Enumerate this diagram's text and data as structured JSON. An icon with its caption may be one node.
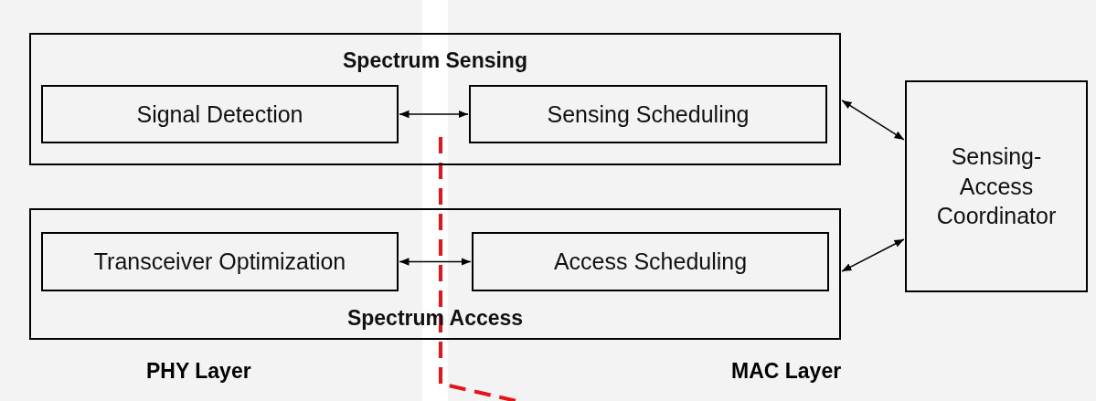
{
  "diagram": {
    "nodes": [
      {
        "text": [
          "Spectrum Sensing"
        ]
      },
      {
        "text": [
          "Signal Detection"
        ],
        "in": 0
      },
      {
        "text": [
          "Sensing Scheduling"
        ],
        "in": 0
      },
      {
        "text": [
          "Spectrum Access"
        ]
      },
      {
        "text": [
          "Transceiver Optimization"
        ],
        "in": 3
      },
      {
        "text": [
          "Access Scheduling"
        ],
        "in": 3
      },
      {
        "text": [
          "Sensing-Access Coordinator"
        ]
      }
    ],
    "edges": [
      {
        "from": 1,
        "to": 2,
        "arrow": "both"
      },
      {
        "from": 4,
        "to": 5,
        "arrow": "both"
      },
      {
        "from": 0,
        "to": 6,
        "arrow": "both"
      },
      {
        "from": 3,
        "to": 6,
        "arrow": "both"
      }
    ],
    "labels": [
      "PHY Layer",
      "MAC Layer"
    ]
  }
}
